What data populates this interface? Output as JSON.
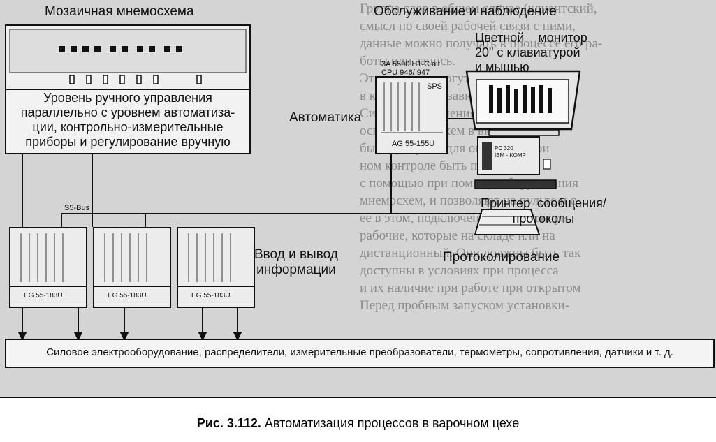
{
  "title_left": "Мозаичная мнемосхема",
  "title_right": "Обслуживание и наблюдение",
  "manual_level": [
    "Уровень ручного управления",
    "параллельно с уровнем автоматиза-",
    "ции,    контрольно-измерительные",
    "приборы и регулирование вручную"
  ],
  "automation": "Автоматика",
  "plc_spec": [
    "3A 5500 H1-C alt",
    "CPU 946/ 947"
  ],
  "sps": "SPS",
  "ag": "AG 55-155U",
  "monitor_label": [
    "Цветной    монитор",
    "20\" с клавиатурой",
    "и мышью"
  ],
  "pc_label": [
    "PC 320",
    "IBM - KOMP"
  ],
  "printer_label": [
    "Принтер  сообщения/",
    "протоколы"
  ],
  "bus": "S5-Bus",
  "io_label": [
    "Ввод и вывод",
    "информации"
  ],
  "logging": "Протоколирование",
  "eg_units": [
    "EG 55-183U",
    "EG 55-183U",
    "EG 55-183U"
  ],
  "field_bar": "Силовое электрооборудование, распределители, измерительные преобразователи, термометры, сопротивления, датчики и т. д.",
  "caption_bold": "Рис. 3.112.",
  "caption_text": " Автоматизация процессов в варочном цехе",
  "bleed_text": [
    "Группа слов  в  общем случае (клиентский,",
    "смысл по своей рабочей связи с ними,",
    "данные можно получать в процессе его ра-",
    "боты или запись.",
    "   Эти средства могут быть объединены",
    "в комплекс с независимым питанием.",
    "   Система управления реализуется на",
    "основе мнемосхем в виде панели и",
    "быть доступна для оператора при",
    "ном контроле быть получены",
    "с помощью при помощи оборудования",
    "мнемосхем, и позволяют на пульте и с",
    "ее в этом, подключение системы при",
    "рабочие, которые на складе или на",
    "дистанционный. Они должны быть так",
    "доступны в условиях при процесса",
    "и их наличие при работе при открытом",
    "   ",
    "   Перед пробным запуском установки-"
  ]
}
